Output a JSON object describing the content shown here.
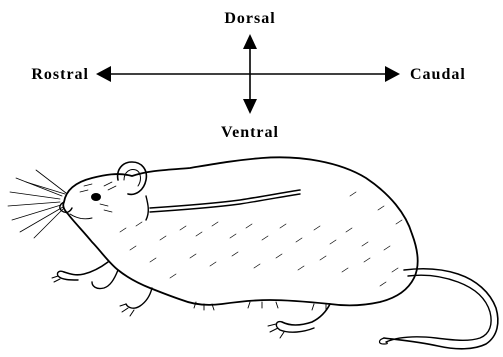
{
  "labels": {
    "dorsal": "Dorsal",
    "ventral": "Ventral",
    "rostral": "Rostral",
    "caudal": "Caudal"
  },
  "colors": {
    "ink": "#000000",
    "background": "#ffffff"
  }
}
